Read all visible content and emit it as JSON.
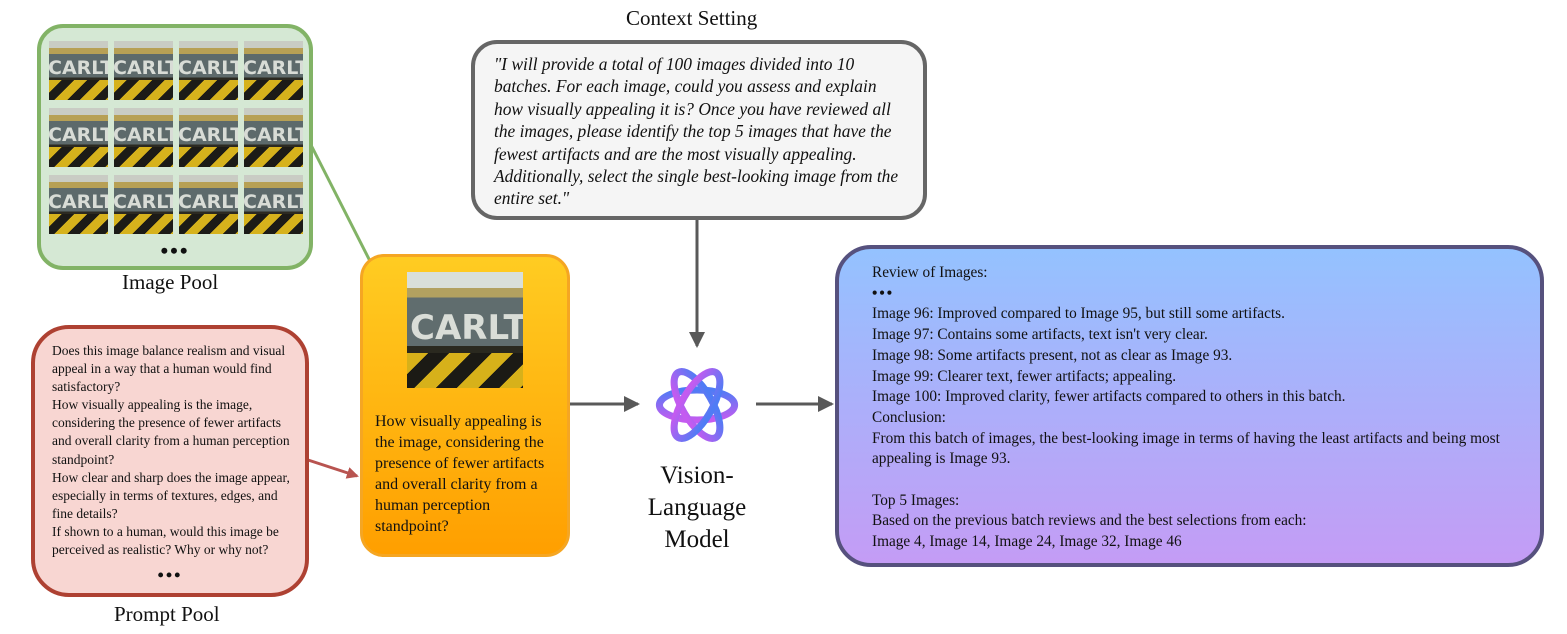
{
  "image_pool": {
    "caption": "Image Pool",
    "thumbnail_text": "CARLTON",
    "ellipsis": "•••"
  },
  "prompt_pool": {
    "caption": "Prompt Pool",
    "prompts": [
      "Does this image balance realism and visual appeal in a way that a human would find satisfactory?",
      "How visually appealing is the image, considering the presence of fewer artifacts and overall clarity from a human perception standpoint?",
      "How clear and sharp does the image appear, especially in terms of textures, edges, and fine details?",
      "If shown to a human, would this image be perceived as realistic? Why or why not?"
    ],
    "ellipsis": "•••"
  },
  "selected": {
    "thumbnail_text": "CARLTON",
    "prompt": "How visually appealing is the image, considering the presence of fewer artifacts and overall clarity from a human perception standpoint?"
  },
  "context": {
    "title": "Context Setting",
    "text": "\"I will provide a total of 100 images divided into 10 batches. For each image, could you assess and explain how visually appealing it is? Once you have reviewed all the images, please identify the top 5 images that have the fewest artifacts and are the most visually appealing. Additionally, select the single best-looking image from the entire set.\""
  },
  "model": {
    "label": "Vision-Language Model",
    "icon": "openai-logo-icon"
  },
  "output": {
    "heading": "Review of Images:",
    "ellipsis": "•••",
    "reviews": [
      "Image 96: Improved compared to Image 95, but still some artifacts.",
      "Image 97: Contains some artifacts, text isn't very clear.",
      "Image 98: Some artifacts present, not as clear as Image 93.",
      "Image 99: Clearer text, fewer artifacts; appealing.",
      "Image 100: Improved clarity, fewer artifacts compared to others in this batch."
    ],
    "conclusion_label": "Conclusion:",
    "conclusion_text": "From this batch of images, the best-looking image in terms of having the least artifacts and being most appealing is Image 93.",
    "top5_label": "Top 5 Images:",
    "top5_intro": "Based on the previous batch reviews and the best selections from each:",
    "top5_list": "Image 4, Image 14, Image 24, Image 32, Image 46"
  },
  "colors": {
    "image_pool_border": "#82b366",
    "image_pool_fill": "#d5e8d4",
    "prompt_pool_border": "#ae4132",
    "prompt_pool_fill": "#f8d6d2",
    "selected_border": "#f5a623",
    "selected_fill_top": "#ffcc22",
    "selected_fill_bottom": "#ff9f00",
    "context_border": "#666666",
    "context_fill": "#f5f5f5",
    "output_border": "#56517e",
    "output_fill_top": "#94c2ff",
    "output_fill_bottom": "#c49cf5",
    "arrow_green": "#82b366",
    "arrow_red": "#b85450",
    "arrow_gray": "#595959"
  }
}
